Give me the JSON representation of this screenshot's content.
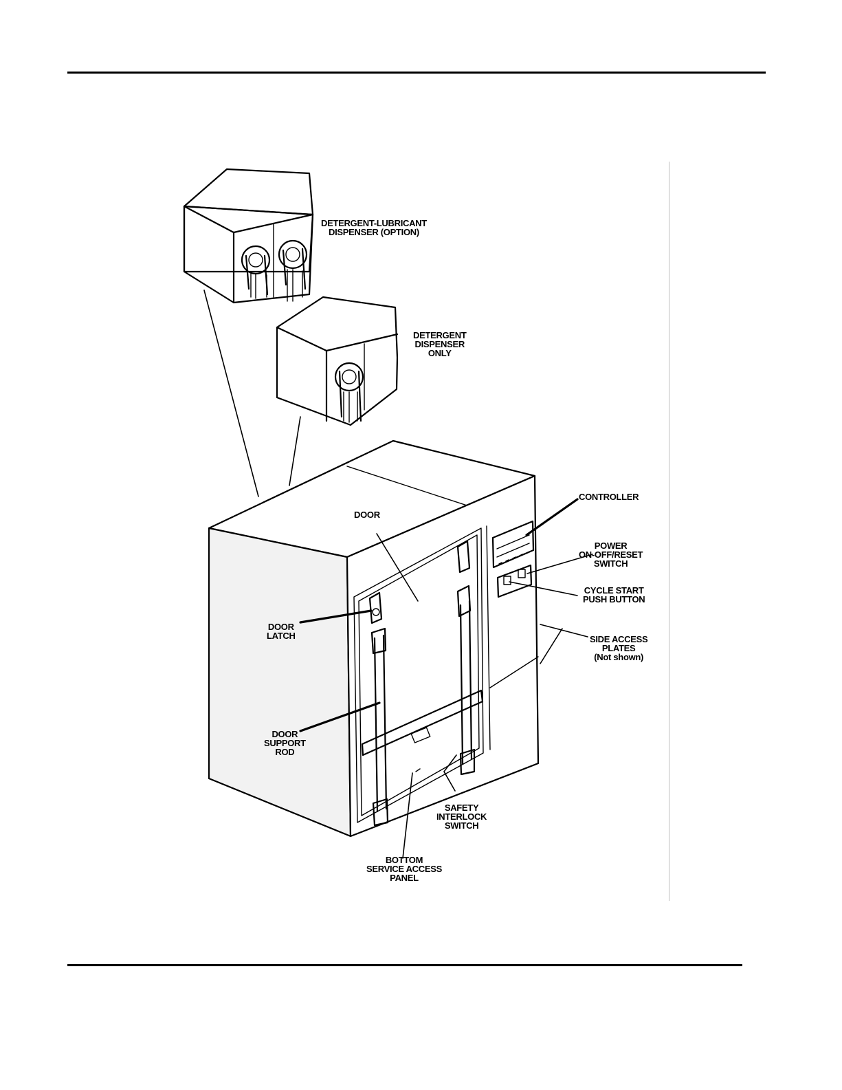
{
  "labels": {
    "detergent_lubricant": [
      "DETERGENT-LUBRICANT",
      "DISPENSER (OPTION)"
    ],
    "detergent_only": [
      "DETERGENT",
      "DISPENSER",
      "ONLY"
    ],
    "controller": "CONTROLLER",
    "power_switch": [
      "POWER",
      "ON-OFF/RESET",
      "SWITCH"
    ],
    "cycle_start": [
      "CYCLE START",
      "PUSH BUTTON"
    ],
    "side_access": [
      "SIDE ACCESS",
      "PLATES",
      "(Not shown)"
    ],
    "door": "DOOR",
    "door_latch": [
      "DOOR",
      "LATCH"
    ],
    "door_support_rod": [
      "DOOR",
      "SUPPORT",
      "ROD"
    ],
    "safety_interlock": [
      "SAFETY",
      "INTERLOCK",
      "SWITCH"
    ],
    "bottom_panel": [
      "BOTTOM",
      "SERVICE ACCESS",
      "PANEL"
    ]
  }
}
